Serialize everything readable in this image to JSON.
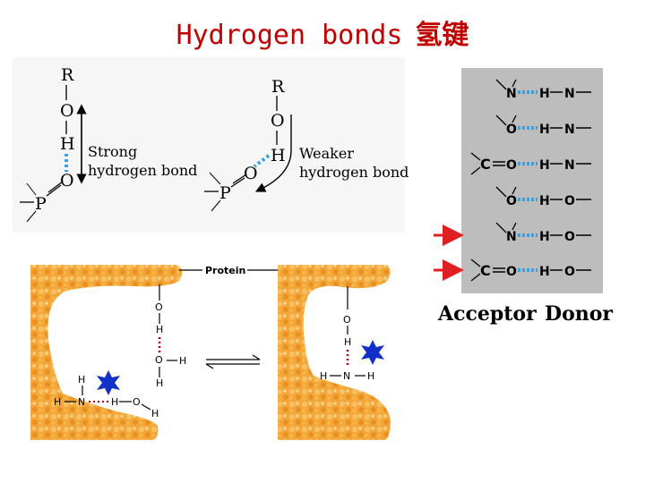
{
  "title": {
    "en": "Hydrogen bonds",
    "cn": "氢键"
  },
  "top_left": {
    "atoms": [
      "R",
      "O",
      "H",
      "O",
      "P"
    ],
    "label_line1": "Strong",
    "label_line2": "hydrogen bond"
  },
  "top_right": {
    "atoms": [
      "R",
      "O",
      "H",
      "O",
      "P"
    ],
    "label_line1": "Weaker",
    "label_line2": "hydrogen bond"
  },
  "pairs_panel": {
    "rows": [
      [
        "N",
        "H",
        "N"
      ],
      [
        "O",
        "H",
        "N"
      ],
      [
        "C",
        "O",
        "H",
        "N"
      ],
      [
        "O",
        "H",
        "O"
      ],
      [
        "N",
        "H",
        "O"
      ],
      [
        "C",
        "O",
        "H",
        "O"
      ]
    ],
    "acceptor_label": "Acceptor",
    "donor_label": "Donor",
    "arrow_color": "#e02020"
  },
  "protein_diagram": {
    "protein_label": "Protein",
    "left_atoms": [
      "O",
      "H",
      "O",
      "H",
      "H",
      "H",
      "N",
      "H",
      "O",
      "H",
      "H"
    ],
    "right_atoms": [
      "O",
      "H",
      "N",
      "H",
      "H"
    ],
    "protein_color": "#f0a030",
    "star_color": "#1030c8",
    "bond_color": "#c00000"
  }
}
